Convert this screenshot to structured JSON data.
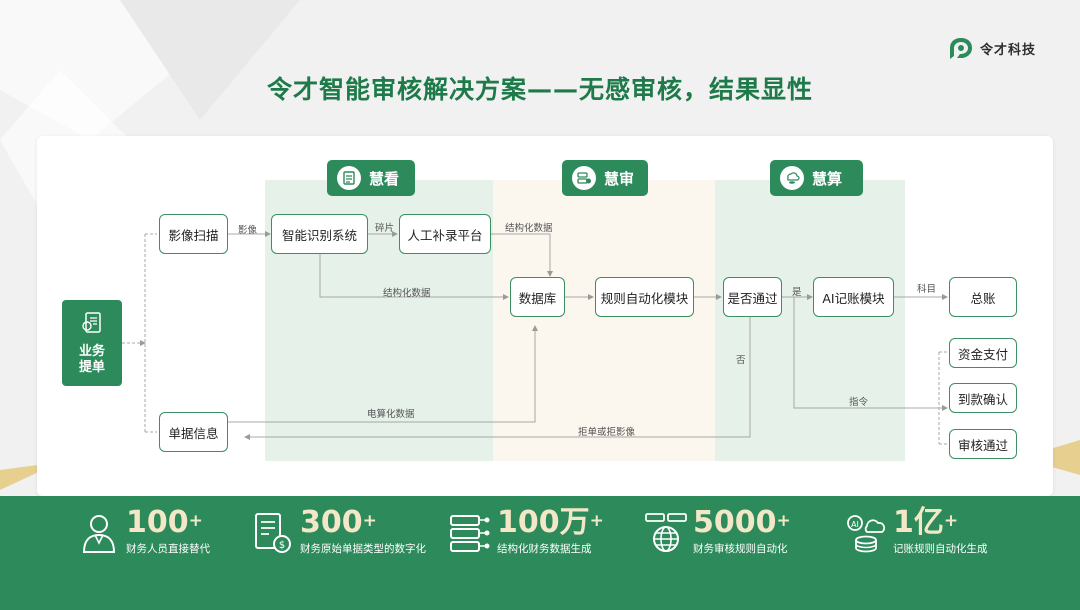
{
  "brand": {
    "name": "令才科技"
  },
  "title": "令才智能审核解决方案——无感审核，结果显性",
  "badges": {
    "b1": "慧看",
    "b2": "慧审",
    "b3": "慧算"
  },
  "nodes": {
    "business": "业务\n提单",
    "scan": "影像扫描",
    "ocr": "智能识别系统",
    "manual": "人工补录平台",
    "db": "数据库",
    "rules": "规则自动化模块",
    "pass": "是否通过",
    "ai": "AI记账模块",
    "ledger": "总账",
    "doc_info": "单据信息",
    "payment": "资金支付",
    "receipt": "到款确认",
    "audit_pass": "审核通过"
  },
  "edge_labels": {
    "image": "影像",
    "fragments": "碎片",
    "structured1": "结构化数据",
    "structured2": "结构化数据",
    "electronic": "电算化数据",
    "reject": "拒单或拒影像",
    "yes": "是",
    "no": "否",
    "subject": "科目",
    "instruction": "指令"
  },
  "stats": [
    {
      "num": "100",
      "sup": "+",
      "desc": "财务人员直接替代",
      "icon": "person-icon"
    },
    {
      "num": "300",
      "sup": "+",
      "desc": "财务原始单据类型的数字化",
      "icon": "invoice-icon"
    },
    {
      "num": "100万",
      "sup": "+",
      "desc": "结构化财务数据生成",
      "icon": "server-icon"
    },
    {
      "num": "5000",
      "sup": "+",
      "desc": "财务审核规则自动化",
      "icon": "globe-icon"
    },
    {
      "num": "1亿",
      "sup": "+",
      "desc": "记账规则自动化生成",
      "icon": "ai-database-icon"
    }
  ],
  "colors": {
    "primary": "#2c8a5b",
    "title": "#1f7a4a",
    "highlight": "#f3e7c7"
  }
}
